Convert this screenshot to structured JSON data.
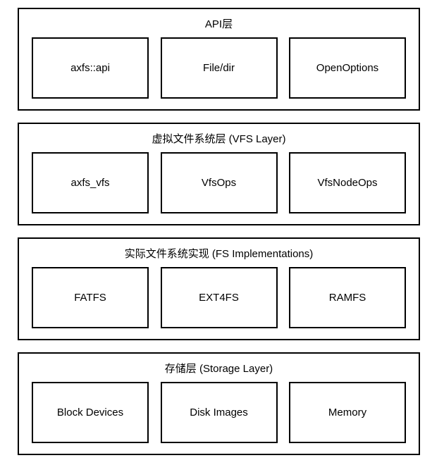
{
  "diagram": {
    "background_color": "#ffffff",
    "border_color": "#000000",
    "text_color": "#000000"
  },
  "layers": [
    {
      "title": "API层",
      "boxes": [
        "axfs::api",
        "File/dir",
        "OpenOptions"
      ]
    },
    {
      "title": "虚拟文件系统层 (VFS Layer)",
      "boxes": [
        "axfs_vfs",
        "VfsOps",
        "VfsNodeOps"
      ]
    },
    {
      "title": "实际文件系统实现 (FS Implementations)",
      "boxes": [
        "FATFS",
        "EXT4FS",
        "RAMFS"
      ]
    },
    {
      "title": "存储层 (Storage Layer)",
      "boxes": [
        "Block Devices",
        "Disk Images",
        "Memory"
      ]
    }
  ]
}
